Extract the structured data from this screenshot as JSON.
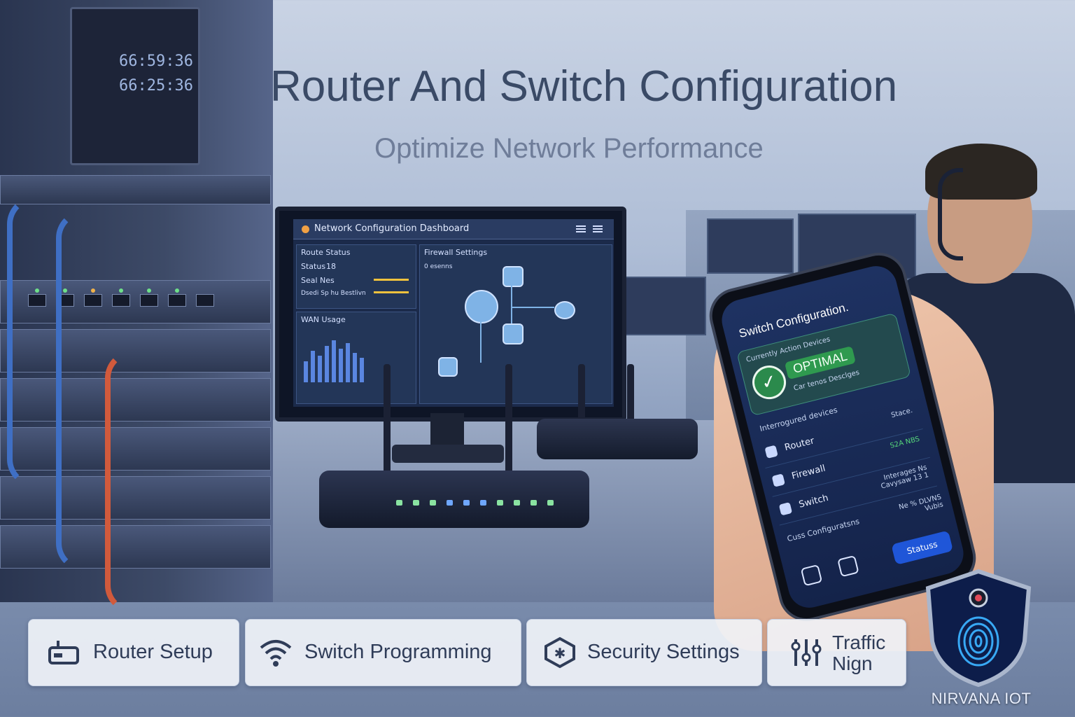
{
  "header": {
    "title": "Router And Switch Configuration",
    "subtitle": "Optimize Network Performance"
  },
  "rack": {
    "readout_1": "66:59:36",
    "readout_2": "66:25:36"
  },
  "dashboard": {
    "window_title": "Network Configuration Dashboard",
    "route_status_label": "Route Status",
    "status_label": "Status",
    "status_value": "18",
    "seal_label": "Seal Nes",
    "line_label": "Dsedi Sp hu Bestlivn",
    "firewall_title": "Firewall Settings",
    "firewall_sub": "0 esenns",
    "wan_title": "WAN Usage"
  },
  "phone": {
    "title": "Switch Configuration.",
    "status_header": "Currently Action Devices",
    "status_value": "OPTIMAL",
    "status_sub": "Car tenos Desclges",
    "section_label": "Interrogured devices",
    "rows": [
      {
        "label": "Router",
        "right": "Stace."
      },
      {
        "label": "Firewall",
        "right": "S2A NBS"
      },
      {
        "label": "Switch",
        "right": "Interages Ns\nCavysaw 13 1"
      }
    ],
    "footer_label": "Cuss Configuratsns",
    "footer_right": "Ne % DLVNS\nVubis",
    "status_button": "Statuss"
  },
  "features": [
    {
      "label": "Router Setup",
      "icon": "router-icon"
    },
    {
      "label": "Switch Programming",
      "icon": "wifi-icon"
    },
    {
      "label": "Security Settings",
      "icon": "security-icon"
    },
    {
      "label": "Traffic\nNign",
      "icon": "traffic-icon"
    }
  ],
  "brand": {
    "name": "NIRVANA IOT",
    "logo_icon": "fingerprint-shield-icon"
  },
  "colors": {
    "accent": "#1f56d8",
    "optimal_green": "#2f9a4f",
    "title_text": "#3a4a66"
  }
}
